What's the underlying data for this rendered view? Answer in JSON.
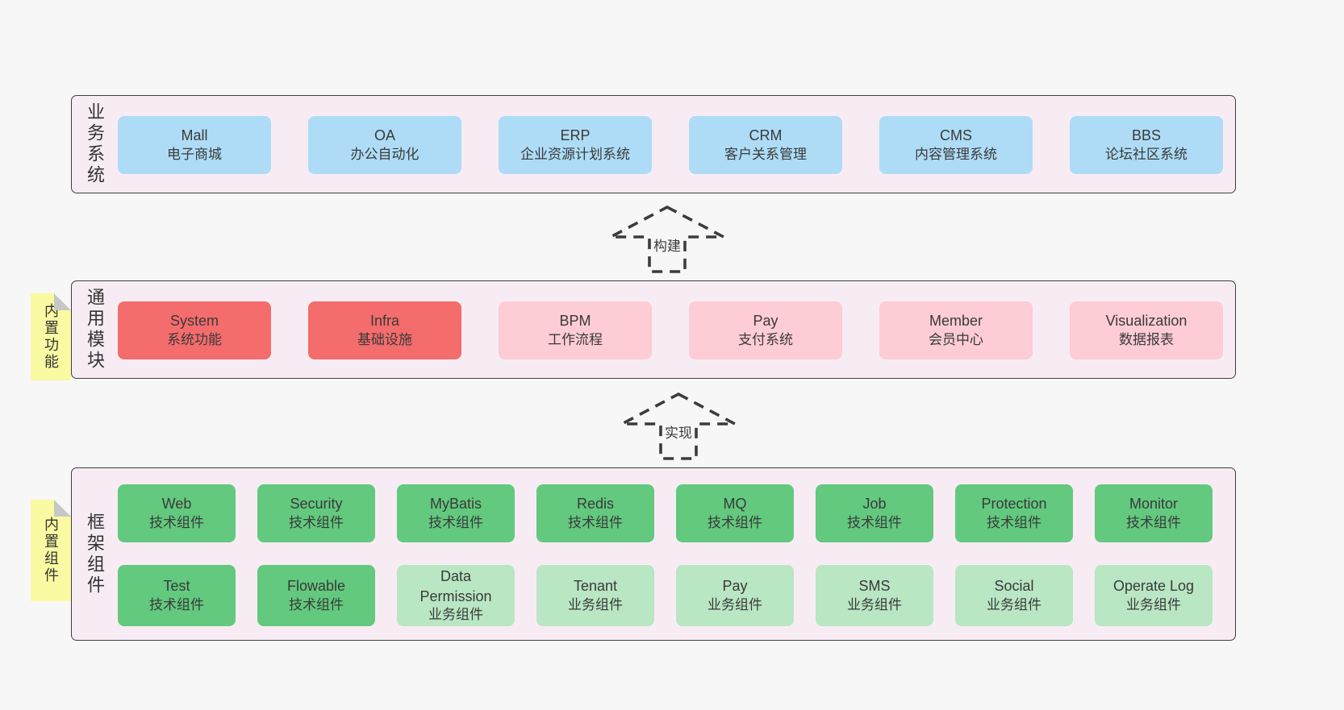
{
  "colors": {
    "page_bg": "#f7f7f7",
    "band_bg": "#f8ecf4",
    "band_border": "#3f3f3f",
    "blue": "#aedcf6",
    "red": "#f56c6c",
    "pink": "#fdccd5",
    "green_dark": "#62c97e",
    "green_light": "#b9e6c3",
    "note_yellow": "#fafaa2",
    "note_fold": "#c7c7c7",
    "text": "#3b3b3b"
  },
  "arrows": {
    "build": "构建",
    "implement": "实现"
  },
  "band1": {
    "label": "业务系统",
    "boxes": [
      {
        "line1": "Mall",
        "line2": "电子商城"
      },
      {
        "line1": "OA",
        "line2": "办公自动化"
      },
      {
        "line1": "ERP",
        "line2": "企业资源计划系统"
      },
      {
        "line1": "CRM",
        "line2": "客户关系管理"
      },
      {
        "line1": "CMS",
        "line2": "内容管理系统"
      },
      {
        "line1": "BBS",
        "line2": "论坛社区系统"
      }
    ]
  },
  "band2": {
    "label": "通用模块",
    "note": "内置功能",
    "boxes": [
      {
        "line1": "System",
        "line2": "系统功能"
      },
      {
        "line1": "Infra",
        "line2": "基础设施"
      },
      {
        "line1": "BPM",
        "line2": "工作流程"
      },
      {
        "line1": "Pay",
        "line2": "支付系统"
      },
      {
        "line1": "Member",
        "line2": "会员中心"
      },
      {
        "line1": "Visualization",
        "line2": "数据报表"
      }
    ]
  },
  "band3": {
    "label": "框架组件",
    "note": "内置组件",
    "row1": [
      {
        "line1": "Web",
        "line2": "技术组件"
      },
      {
        "line1": "Security",
        "line2": "技术组件"
      },
      {
        "line1": "MyBatis",
        "line2": "技术组件"
      },
      {
        "line1": "Redis",
        "line2": "技术组件"
      },
      {
        "line1": "MQ",
        "line2": "技术组件"
      },
      {
        "line1": "Job",
        "line2": "技术组件"
      },
      {
        "line1": "Protection",
        "line2": "技术组件"
      },
      {
        "line1": "Monitor",
        "line2": "技术组件"
      }
    ],
    "row2": [
      {
        "line1": "Test",
        "line2": "技术组件"
      },
      {
        "line1": "Flowable",
        "line2": "技术组件"
      },
      {
        "line1": "Data Permission",
        "line2": "业务组件"
      },
      {
        "line1": "Tenant",
        "line2": "业务组件"
      },
      {
        "line1": "Pay",
        "line2": "业务组件"
      },
      {
        "line1": "SMS",
        "line2": "业务组件"
      },
      {
        "line1": "Social",
        "line2": "业务组件"
      },
      {
        "line1": "Operate Log",
        "line2": "业务组件"
      }
    ]
  }
}
